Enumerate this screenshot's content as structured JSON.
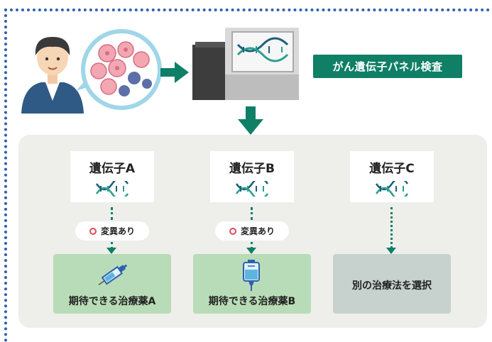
{
  "header": {
    "badge_label": "がん遺伝子パネル検査"
  },
  "genes": [
    {
      "title": "遺伝子A",
      "mutation_label": "変異あり",
      "result_label": "期待できる治療薬A"
    },
    {
      "title": "遺伝子B",
      "mutation_label": "変異あり",
      "result_label": "期待できる治療薬B"
    },
    {
      "title": "遺伝子C",
      "result_label": "別の治療法を選択"
    }
  ],
  "colors": {
    "accent": "#0f7f66",
    "mutation_marker": "#e04b55",
    "result_green": "#b8dcb7",
    "result_gray": "#c7d2cf"
  }
}
